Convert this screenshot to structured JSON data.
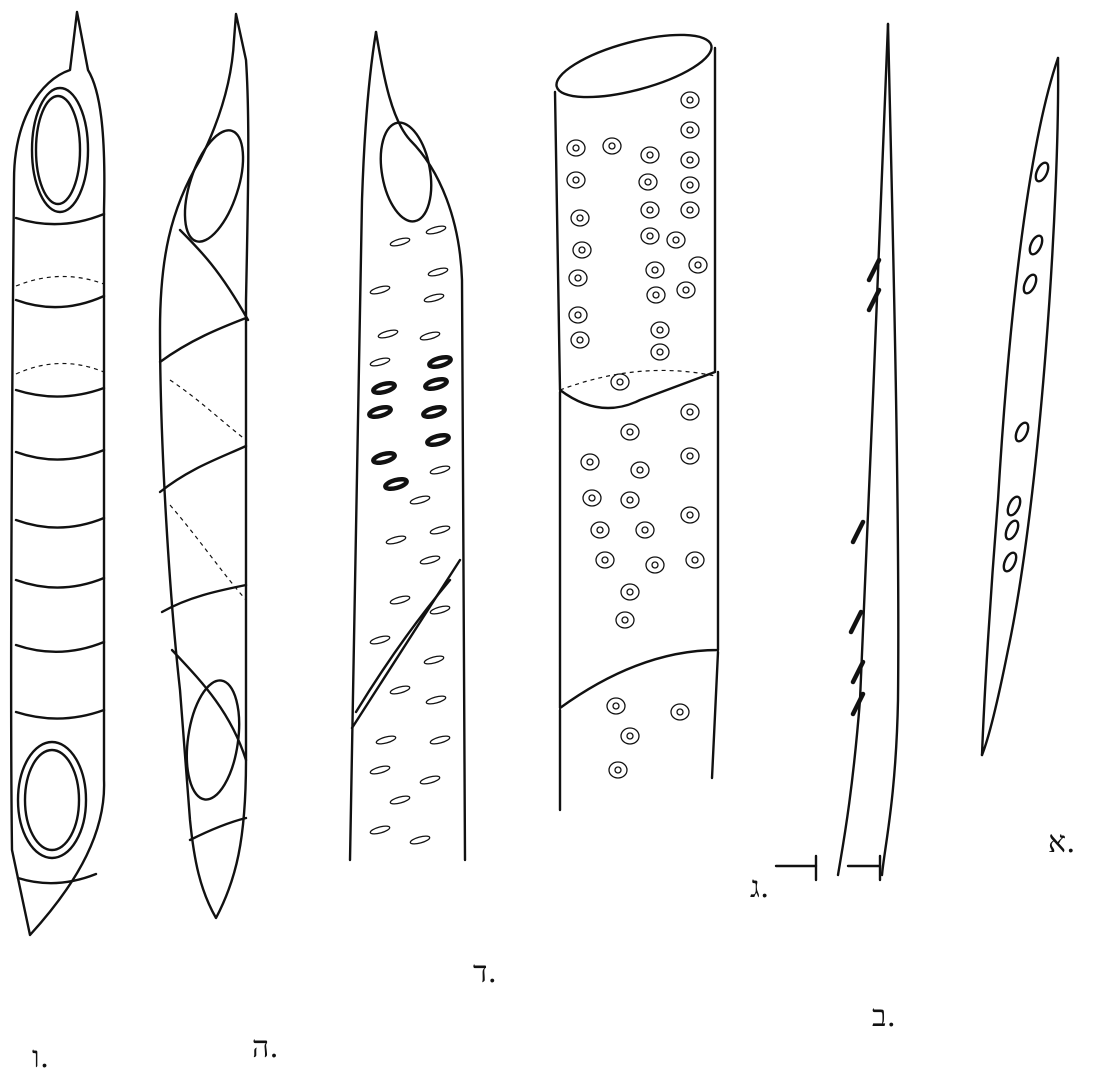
{
  "labels": {
    "a": "א.",
    "b": "ב.",
    "g": "ג.",
    "d": "ד.",
    "h": "ה.",
    "v": "ו."
  }
}
